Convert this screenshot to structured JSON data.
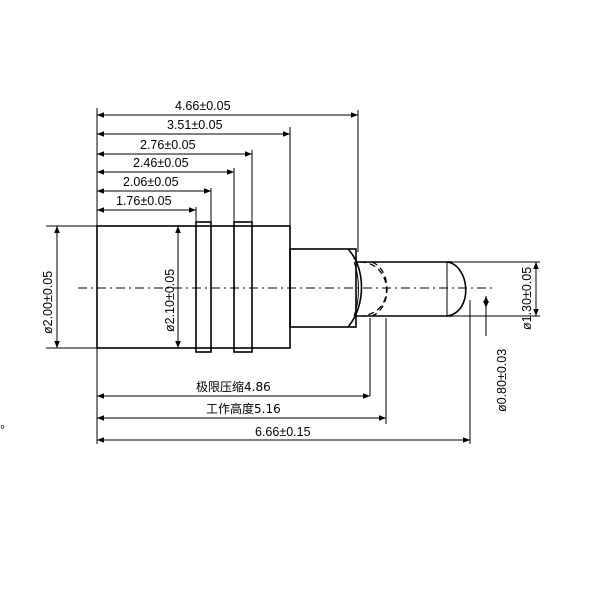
{
  "drawing": {
    "lengths": {
      "overall_head": "4.66±0.05",
      "d351": "3.51±0.05",
      "d276": "2.76±0.05",
      "d246": "2.46±0.05",
      "d206": "2.06±0.05",
      "d176": "1.76±0.05",
      "stroke_limit": "极限压缩4.86",
      "working_height": "工作高度5.16",
      "total": "6.66±0.15"
    },
    "diameters": {
      "barrel": "ø2.00±0.05",
      "collar": "ø2.10±0.05",
      "plunger": "ø1.30±0.05",
      "tip": "ø0.80±0.03"
    },
    "stray_mark": "°"
  }
}
